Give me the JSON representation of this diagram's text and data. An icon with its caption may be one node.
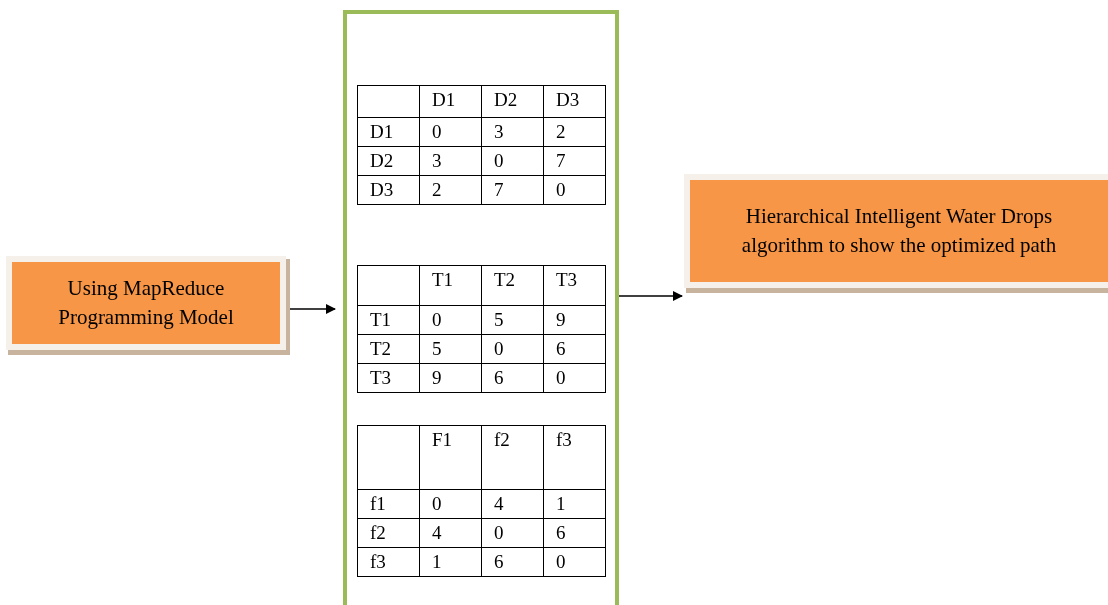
{
  "diagram": {
    "nodes": [
      {
        "text": [
          "Using MapReduce Programming Model"
        ]
      },
      {
        "text": [],
        "shape": "box"
      },
      {
        "text": [
          "Hierarchical Intelligent Water Drops algorithm to show the optimized path"
        ]
      }
    ],
    "edges": [
      {
        "from": 0,
        "to": 1,
        "arrow": "to"
      },
      {
        "from": 1,
        "to": 2,
        "arrow": "to"
      }
    ],
    "labels": [
      "D1",
      "D2",
      "D3",
      "D1",
      "0",
      "3",
      "2",
      "D2",
      "3",
      "0",
      "7",
      "D3",
      "2",
      "7",
      "0",
      "T1",
      "T2",
      "T3",
      "T1",
      "0",
      "5",
      "9",
      "T2",
      "5",
      "0",
      "6",
      "T3",
      "9",
      "6",
      "0",
      "F1",
      "f2",
      "f3",
      "f1",
      "0",
      "4",
      "1",
      "f2",
      "4",
      "0",
      "6",
      "f3",
      "1",
      "6",
      "0"
    ]
  }
}
